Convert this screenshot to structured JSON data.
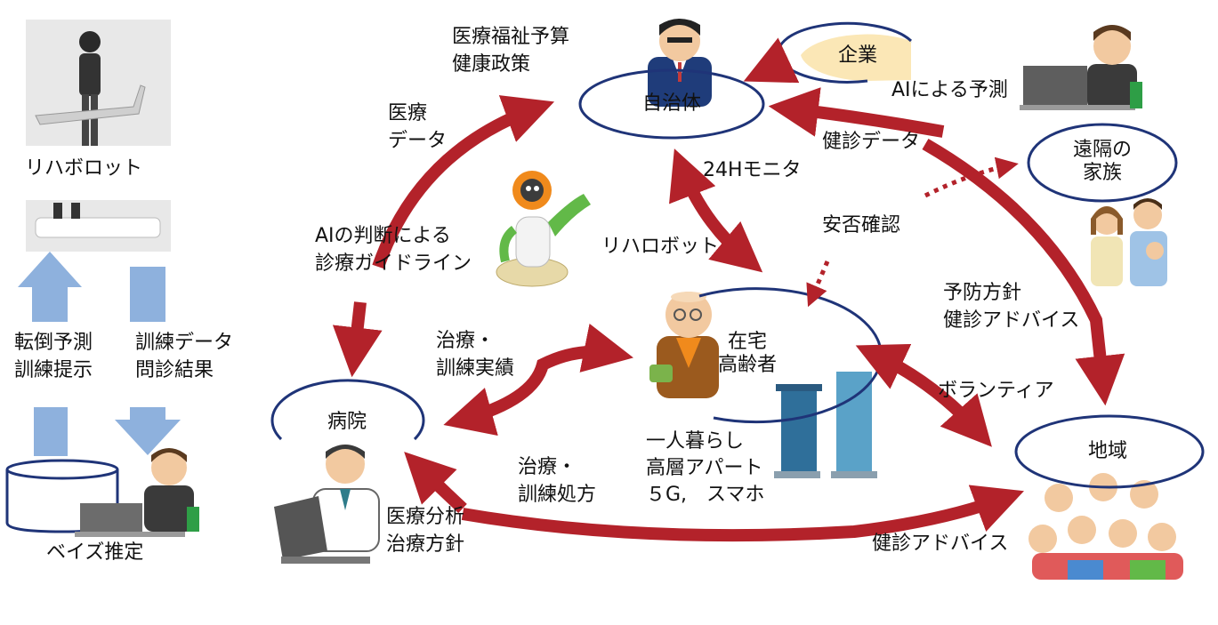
{
  "colors": {
    "arrow_red": "#b3222a",
    "ellipse_stroke": "#1f3478",
    "company_fill": "#fbe7b6",
    "side_arrow_blue": "#8eb1dd"
  },
  "left_panel": {
    "rehab_robot_label": "リハボロット",
    "fall_prediction_label": "転倒予測\n訓練提示",
    "training_data_label": "訓練データ\n問診結果",
    "bayes_label": "ベイズ推定"
  },
  "nodes": {
    "municipality": "自治体",
    "company": "企業",
    "remote_family": "遠隔の\n家族",
    "elderly": "在宅\n高齢者",
    "hospital": "病院",
    "region": "地域"
  },
  "labels": {
    "budget_policy": "医療福祉予算\n健康政策",
    "ai_prediction": "AIによる予測",
    "medical_data": "医療\nデータ",
    "checkup_data": "健診データ",
    "monitor_24h": "24Hモニタ",
    "safety_check": "安否確認",
    "rehab_robot": "リハロボット",
    "ai_guideline": "AIの判断による\n診療ガイドライン",
    "prevention": "予防方針\n健診アドバイス",
    "treatment_record": "治療・\n訓練実績",
    "volunteer": "ボランティア",
    "living_alone": "一人暮らし\n高層アパート\n５G,　スマホ",
    "treatment_plan": "治療・\n訓練処方",
    "analysis": "医療分析\n治療方針",
    "checkup_advice": "健診アドバイス"
  },
  "icons": {
    "official": "official-icon",
    "pc_user": "pc-user-icon",
    "family": "family-icon",
    "robot": "robot-icon",
    "elderly": "elderly-man-icon",
    "buildings": "high-rise-icon",
    "doctor": "doctor-icon",
    "crowd": "crowd-icon",
    "database": "database-icon",
    "treadmill": "treadmill-photo"
  }
}
